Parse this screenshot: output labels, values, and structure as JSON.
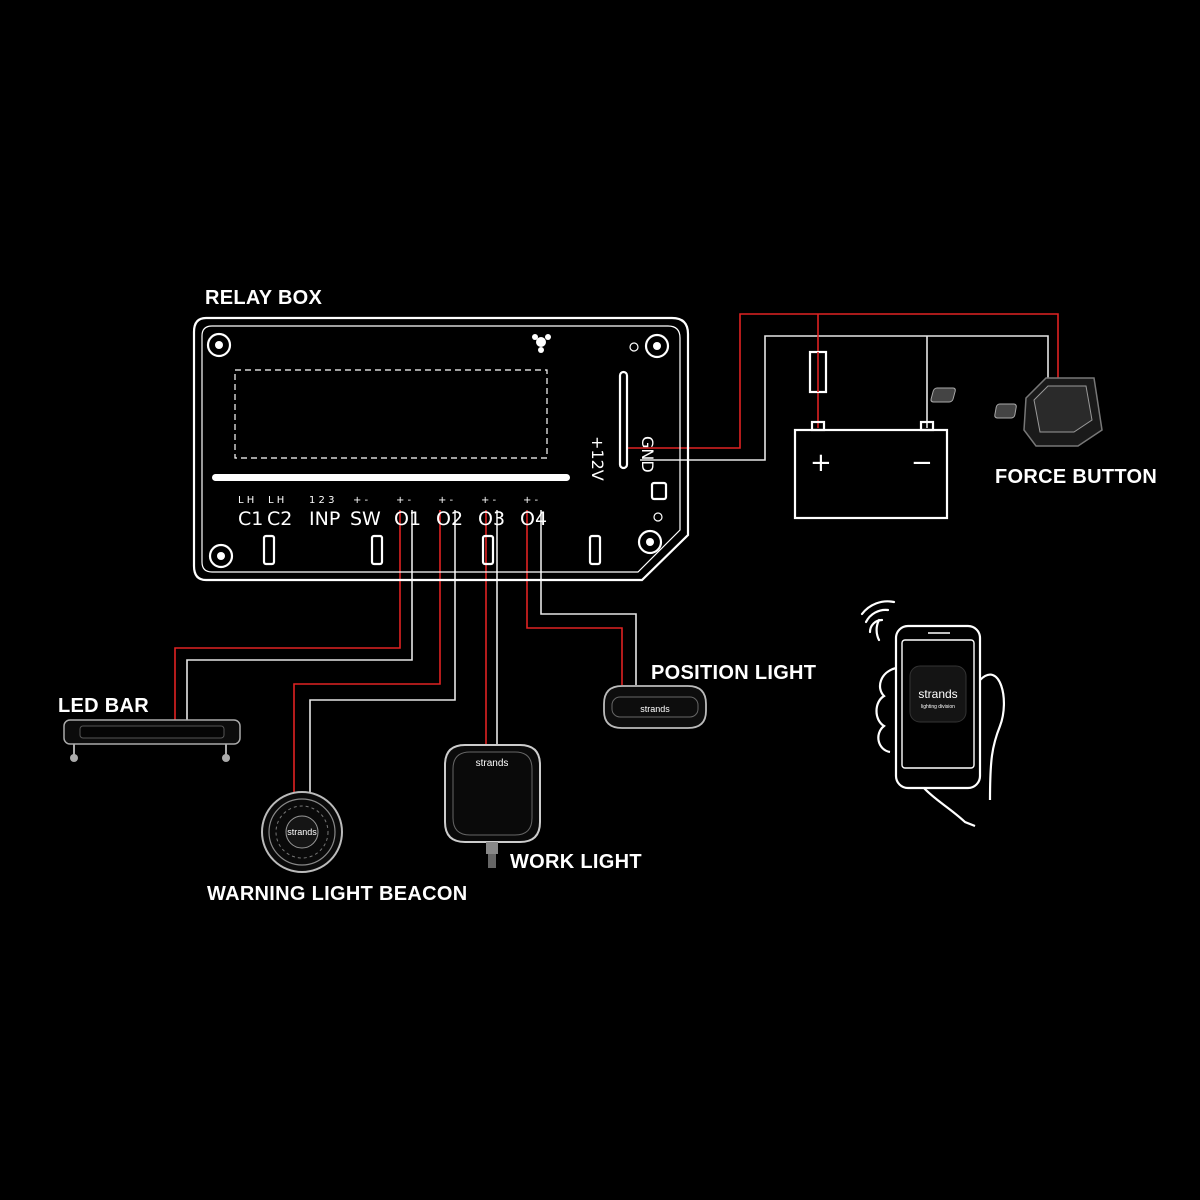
{
  "labels": {
    "relay_box": "RELAY BOX",
    "force_button": "FORCE BUTTON",
    "led_bar": "LED BAR",
    "position_light": "POSITION LIGHT",
    "work_light": "WORK LIGHT",
    "warning_beacon": "WARNING LIGHT BEACON"
  },
  "relay_box": {
    "terminals": [
      "C1",
      "C2",
      "INP",
      "SW",
      "O1",
      "O2",
      "O3",
      "O4"
    ],
    "pins": {
      "c1": "L H",
      "c2": "L H",
      "inp": "1 2 3",
      "sw": "+ -",
      "o1": "+ -",
      "o2": "+ -",
      "o3": "+ -",
      "o4": "+ -"
    },
    "power_12v": "+12V",
    "gnd": "GND"
  },
  "battery": {
    "plus": "+",
    "minus": "−"
  },
  "branding": {
    "phone_logo": "strands",
    "phone_tagline": "lighting division",
    "work_light_logo": "strands",
    "position_light_logo": "strands",
    "beacon_logo": "strands"
  },
  "colors": {
    "background": "#000000",
    "positive_wire": "#e02222",
    "negative_wire": "#e6e6e6",
    "outline": "#ffffff"
  },
  "icons": [
    "wifi-icon",
    "fuse-icon",
    "battery-icon",
    "hand-phone-icon"
  ]
}
